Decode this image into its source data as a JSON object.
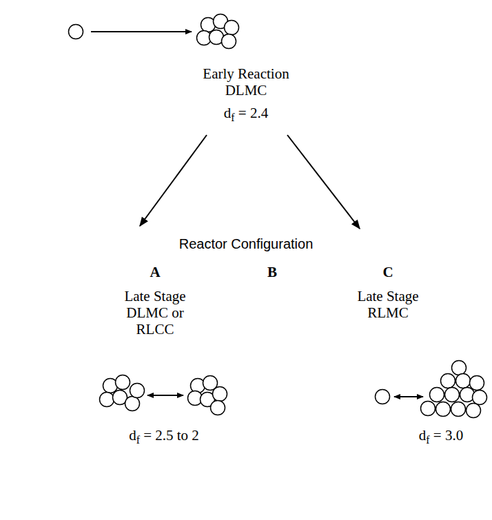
{
  "diagram": {
    "labels": [
      "Early Reaction DLMC",
      "df = 2.4",
      "Reactor Configuration",
      "A",
      "B",
      "C",
      "Late Stage DLMC or RLCC",
      "Late Stage RLMC",
      "df = 2.5 to 2",
      "df = 3.0"
    ]
  }
}
